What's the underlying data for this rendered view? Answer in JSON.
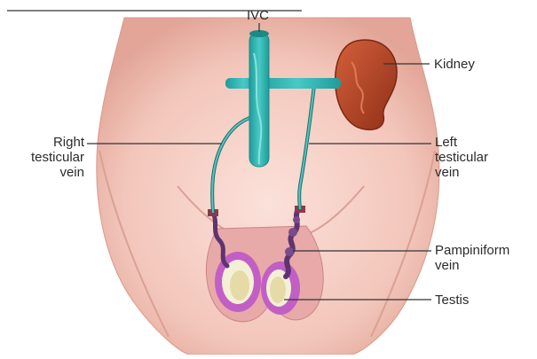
{
  "labels": {
    "ivc": "IVC",
    "kidney": "Kidney",
    "right_vein_line1": "Right",
    "right_vein_line2": "testicular",
    "right_vein_line3": "vein",
    "left_vein_line1": "Left",
    "left_vein_line2": "testicular",
    "left_vein_line3": "vein",
    "pampiniform_line1": "Pampiniform",
    "pampiniform_line2": "vein",
    "testis": "Testis"
  },
  "colors": {
    "skin": "#f3c9bf",
    "skin_shadow": "#e2a89b",
    "ivc": "#2fb3b0",
    "kidney": "#b84a2a",
    "vein_outline": "#1e6f6a",
    "pampiniform": "#6b3f7a",
    "testis_outer": "#c25fc4",
    "leader_line": "#333333"
  }
}
